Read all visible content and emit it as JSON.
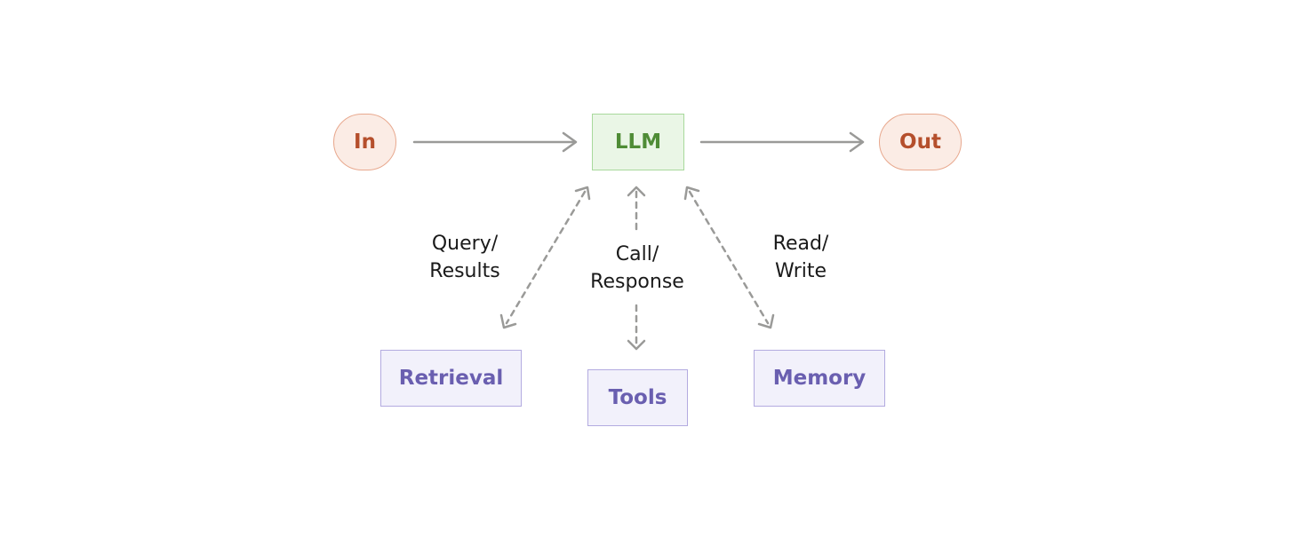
{
  "nodes": {
    "input": "In",
    "llm": "LLM",
    "output": "Out",
    "retrieval": "Retrieval",
    "tools": "Tools",
    "memory": "Memory"
  },
  "edges": {
    "retrieval": {
      "line1": "Query/",
      "line2": "Results"
    },
    "tools": {
      "line1": "Call/",
      "line2": "Response"
    },
    "memory": {
      "line1": "Read/",
      "line2": "Write"
    }
  },
  "colors": {
    "io_border": "#e8a98f",
    "io_fill": "#fbece5",
    "io_text": "#b54f2c",
    "llm_border": "#a8d99c",
    "llm_fill": "#eaf6e6",
    "llm_text": "#4f8c36",
    "component_border": "#b3abe0",
    "component_fill": "#f2f1fb",
    "component_text": "#6a5fb0",
    "arrow": "#9a9a98"
  }
}
